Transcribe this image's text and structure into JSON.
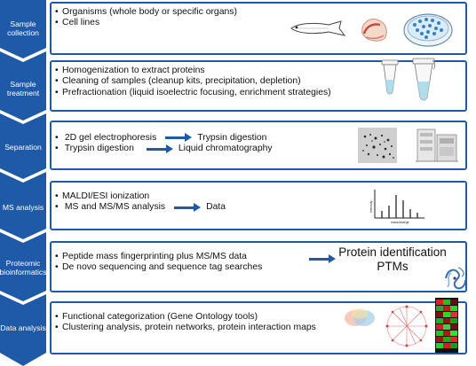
{
  "colors": {
    "stage_fill": "#1e5aa8",
    "border": "#1e5aa8",
    "arrow": "#1e5aa8"
  },
  "stages": [
    {
      "label": "Sample collection",
      "bullets": [
        "Organisms (whole body or specific organs)",
        "Cell lines"
      ],
      "icons": [
        "zebrafish-icon",
        "tissue-slice-icon",
        "petri-dish-cells-icon"
      ]
    },
    {
      "label": "Sample treatment",
      "bullets": [
        "Homogenization to extract proteins",
        "Cleaning of samples (cleanup kits, precipitation, depletion)",
        "Prefractionation (liquid isoelectric focusing, enrichment strategies)"
      ],
      "icons": [
        "microtube-icon",
        "microtube-icon"
      ]
    },
    {
      "label": "Separation",
      "rows": [
        {
          "from": "2D gel electrophoresis",
          "to": "Trypsin digestion"
        },
        {
          "from": "Trypsin digestion",
          "to": "Liquid chromatography"
        }
      ],
      "icons": [
        "2d-gel-image-icon",
        "lc-instrument-icon"
      ]
    },
    {
      "label": "MS analysis",
      "bullets": [
        "MALDI/ESI ionization"
      ],
      "rows": [
        {
          "from": "MS and MS/MS analysis",
          "to": "Data"
        }
      ],
      "spectrum": {
        "xlabel": "mass/charge",
        "ylabel": "Intensity"
      },
      "icons": [
        "mass-spectrum-icon"
      ]
    },
    {
      "label": "Proteomic bioinformatics",
      "bullets": [
        "Peptide mass fingerprinting plus MS/MS data",
        "De novo sequencing and sequence tag searches"
      ],
      "result": [
        "Protein identification",
        "PTMs"
      ],
      "icons": [
        "protein-structure-icon"
      ]
    },
    {
      "label": "Data analysis",
      "bullets": [
        "Functional categorization (Gene Ontology tools)",
        "Clustering analysis, protein networks, protein interaction maps"
      ],
      "icons": [
        "venn-diagram-icon",
        "network-map-icon",
        "heatmap-icon"
      ]
    }
  ]
}
